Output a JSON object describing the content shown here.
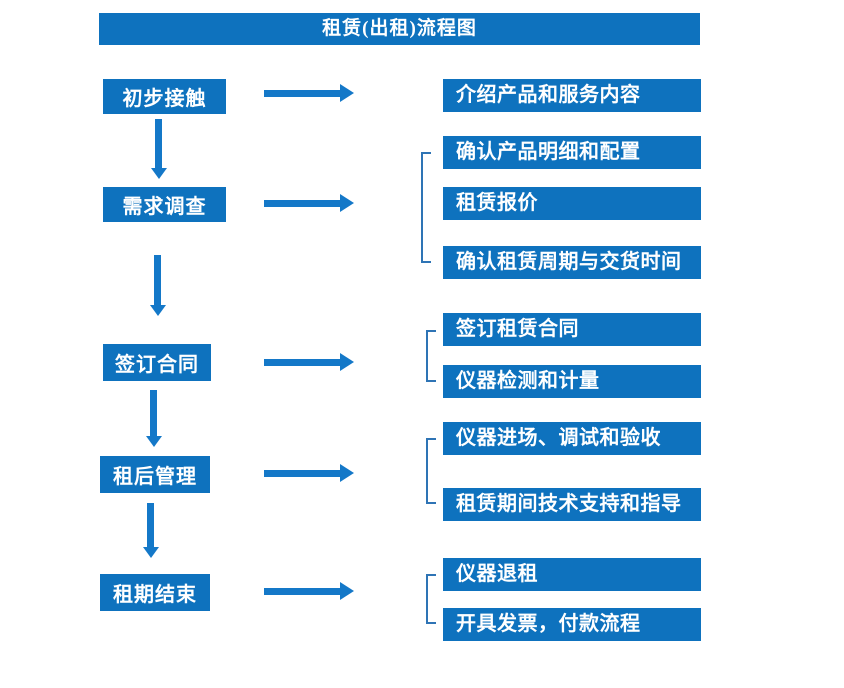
{
  "title": "租赁(出租)流程图",
  "colors": {
    "box_blue": "#0e72be",
    "arrow_blue": "#1478c8",
    "bracket_blue": "#2e74b5",
    "text_white": "#ffffff"
  },
  "stages": [
    {
      "label": "初步接触",
      "details": [
        "介绍产品和服务内容"
      ]
    },
    {
      "label": "需求调查",
      "details": [
        "确认产品明细和配置",
        "租赁报价",
        "确认租赁周期与交货时间"
      ]
    },
    {
      "label": "签订合同",
      "details": [
        "签订租赁合同",
        "仪器检测和计量"
      ]
    },
    {
      "label": "租后管理",
      "details": [
        "仪器进场、调试和验收",
        "租赁期间技术支持和指导"
      ]
    },
    {
      "label": "租期结束",
      "details": [
        "仪器退租",
        "开具发票，付款流程"
      ]
    }
  ]
}
